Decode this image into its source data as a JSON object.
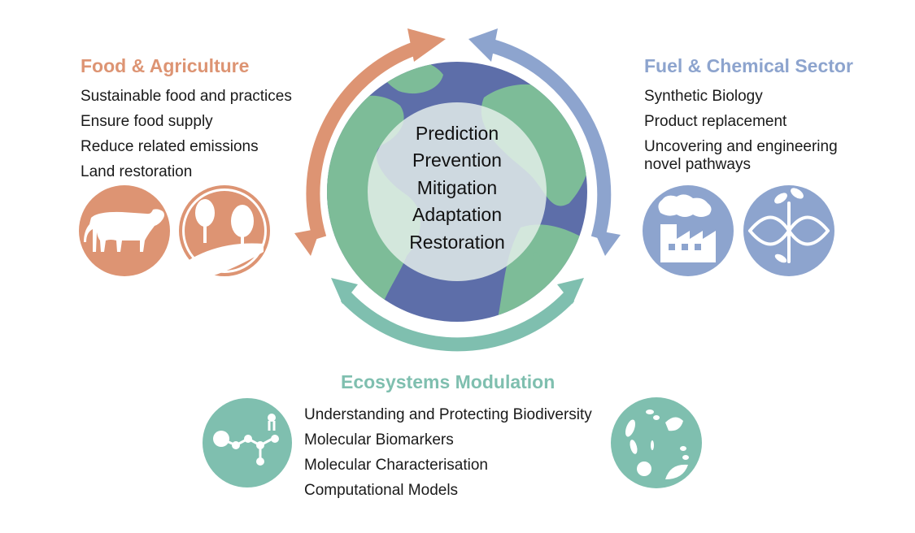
{
  "colors": {
    "food": "#dd9473",
    "fuel": "#8da4ce",
    "eco": "#7fbfaf",
    "ocean": "#5d6ea9",
    "land": "#7dbc98",
    "core": "#e7f0ec"
  },
  "center": {
    "items": [
      "Prediction",
      "Prevention",
      "Mitigation",
      "Adaptation",
      "Restoration"
    ]
  },
  "food": {
    "title": "Food & Agriculture",
    "items": [
      "Sustainable food and practices",
      "Ensure food supply",
      "Reduce related emissions",
      "Land restoration"
    ],
    "icons": [
      "cow-icon",
      "trees-icon"
    ]
  },
  "fuel": {
    "title": "Fuel & Chemical Sector",
    "items": [
      "Synthetic Biology",
      "Product replacement",
      "Uncovering and engineering novel pathways"
    ],
    "icons": [
      "factory-icon",
      "dna-plant-icon"
    ]
  },
  "eco": {
    "title": "Ecosystems Modulation",
    "items": [
      "Understanding and Protecting Biodiversity",
      "Molecular Biomarkers",
      "Molecular Characterisation",
      "Computational Models"
    ],
    "icons": [
      "molecule-icon",
      "microbes-icon"
    ]
  }
}
